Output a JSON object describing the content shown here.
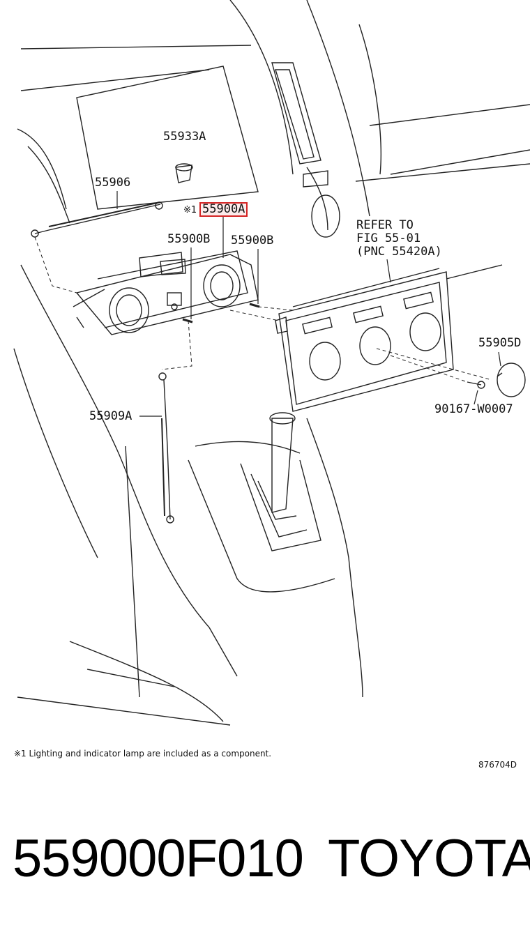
{
  "diagram": {
    "labels": {
      "p55933A": "55933A",
      "p55906": "55906",
      "p55900A": "55900A",
      "p55900B_left": "55900B",
      "p55900B_right": "55900B",
      "refer_line1": "REFER TO",
      "refer_line2": "FIG 55-01",
      "refer_line3": "(PNC 55420A)",
      "p55905D": "55905D",
      "p90167": "90167-W0007",
      "p55909A": "55909A"
    },
    "marker": "※1",
    "highlight_color": "#d42424"
  },
  "footnote": "※1 Lighting and indicator lamp are included as a component.",
  "drawing_number": "876704D",
  "part_number": "559000F010",
  "brand": "TOYOTA"
}
